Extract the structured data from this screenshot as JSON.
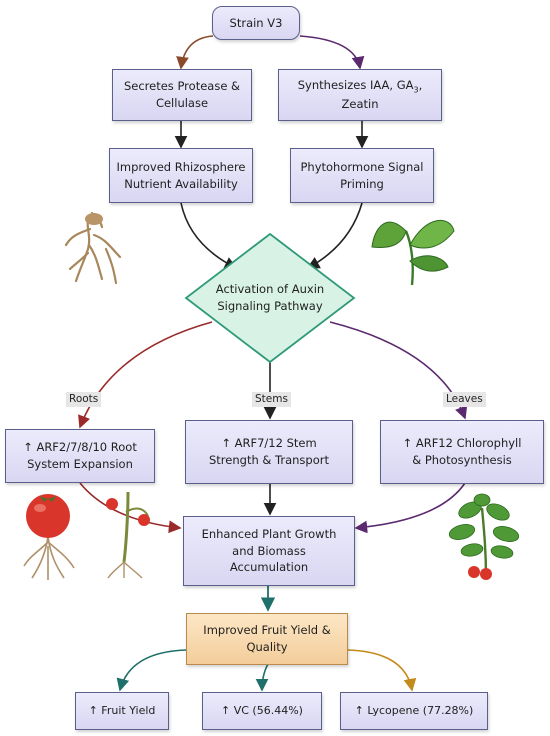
{
  "nodes": {
    "strain": "Strain V3",
    "protease": "Secretes Protease & Cellulase",
    "hormones_pre": "Synthesizes IAA, GA",
    "hormones_sub": "3",
    "hormones_post": ", Zeatin",
    "rhizosphere": "Improved Rhizosphere Nutrient Availability",
    "priming": "Phytohormone Signal Priming",
    "auxin": "Activation of Auxin Signaling Pathway",
    "roots_box": "↑ ARF2/7/8/10 Root System Expansion",
    "stems_box": "↑ ARF7/12 Stem Strength & Transport",
    "leaves_box": "↑ ARF12 Chlorophyll & Photosynthesis",
    "growth": "Enhanced Plant Growth and Biomass Accumulation",
    "fruit": "Improved Fruit Yield & Quality",
    "yield": "↑ Fruit Yield",
    "vc": "↑ VC (56.44%)",
    "lycopene": "↑ Lycopene (77.28%)"
  },
  "tags": {
    "roots": "Roots",
    "stems": "Stems",
    "leaves": "Leaves"
  },
  "colors": {
    "box_fill": "#dcd9f4",
    "box_border": "#5a5f8c",
    "diamond_fill": "#d8f2e6",
    "diamond_border": "#2e9a78",
    "fruit_fill": "#f6d3a4",
    "arrow_brown": "#8a4a2a",
    "arrow_purple": "#5b2a6e",
    "arrow_teal": "#1f6f6a",
    "arrow_orange": "#c48a1c",
    "arrow_red": "#9a2a2a"
  },
  "icons": [
    "root-icon",
    "leaf-icon",
    "tomato-root-icon",
    "tomato-seedling-icon",
    "tomato-plant-icon"
  ]
}
